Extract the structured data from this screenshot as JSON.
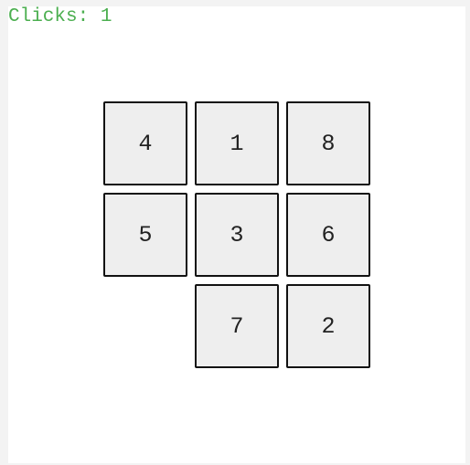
{
  "status": {
    "clicks_label": "Clicks:",
    "clicks_value": "1"
  },
  "board": {
    "rows": 3,
    "cols": 3,
    "tiles": [
      "4",
      "1",
      "8",
      "5",
      "3",
      "6",
      "",
      "7",
      "2"
    ]
  },
  "colors": {
    "clicks_text": "#4caf50",
    "tile_fill": "#eeeeee",
    "tile_border": "#111111",
    "panel": "#ffffff",
    "background": "#f3f3f3"
  }
}
